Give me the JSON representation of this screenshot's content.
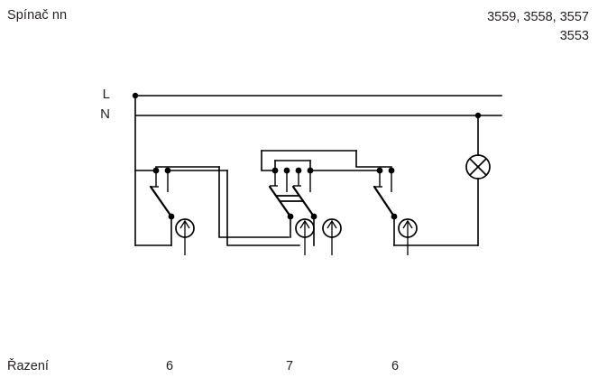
{
  "header": {
    "title": "Spínač nn",
    "codes_line1": "3559, 3558, 3557",
    "codes_line2": "3553"
  },
  "rails": {
    "line_label": "L",
    "neutral_label": "N"
  },
  "footer": {
    "label": "Řazení",
    "values": [
      "6",
      "7",
      "6"
    ]
  },
  "symbols": {
    "lamp": "lamp-crossed-circle-icon",
    "indicator": "indicator-arrow-circle-icon",
    "switch_left": "two-way-switch-icon",
    "switch_middle": "intermediate-crossover-switch-icon",
    "switch_right": "two-way-switch-icon"
  },
  "colors": {
    "ink": "#231f20",
    "wire": "#000000",
    "background": "#ffffff"
  },
  "diagram": {
    "name": "wiring-diagram",
    "description": "Two-way and intermediate switch circuit with lamp"
  }
}
